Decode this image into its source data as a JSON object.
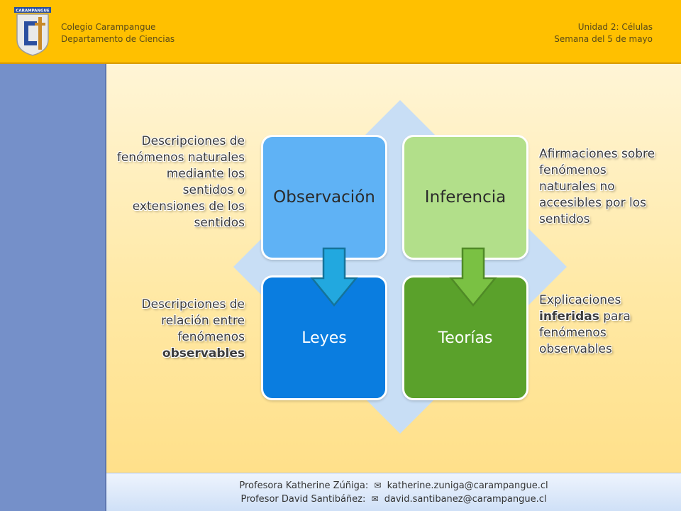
{
  "header": {
    "school": "Colegio Carampangue",
    "department": "Departamento de Ciencias",
    "unit": "Unidad 2: Células",
    "week": "Semana del 5 de mayo",
    "logo_text": "CARAMPANGUE"
  },
  "diagram": {
    "observacion": "Observación",
    "inferencia": "Inferencia",
    "leyes": "Leyes",
    "teorias": "Teorías"
  },
  "descriptions": {
    "observacion": "Descripciones de fenómenos naturales mediante los sentidos o extensiones de los sentidos",
    "leyes_prefix": "Descripciones de relación entre fenómenos",
    "leyes_bold": "observables",
    "inferencia": "Afirmaciones sobre fenómenos naturales no accesibles por los sentidos",
    "teorias_prefix": "Explicaciones",
    "teorias_bold": "inferidas",
    "teorias_suffix": "para fenómenos observables"
  },
  "footer": {
    "line1_label": "Profesora Katherine Zúñiga:",
    "line1_email": "katherine.zuniga@carampangue.cl",
    "line2_label": "Profesor David Santibáñez:",
    "line2_email": "david.santibanez@carampangue.cl",
    "mail_icon": "mail-icon"
  },
  "colors": {
    "header": "#ffc000",
    "sidebar": "#7590c9",
    "observacion": "#5fb2f5",
    "inferencia": "#b2df8a",
    "leyes": "#0a7de0",
    "teorias": "#5aa12b",
    "diamond": "#c8def5"
  }
}
